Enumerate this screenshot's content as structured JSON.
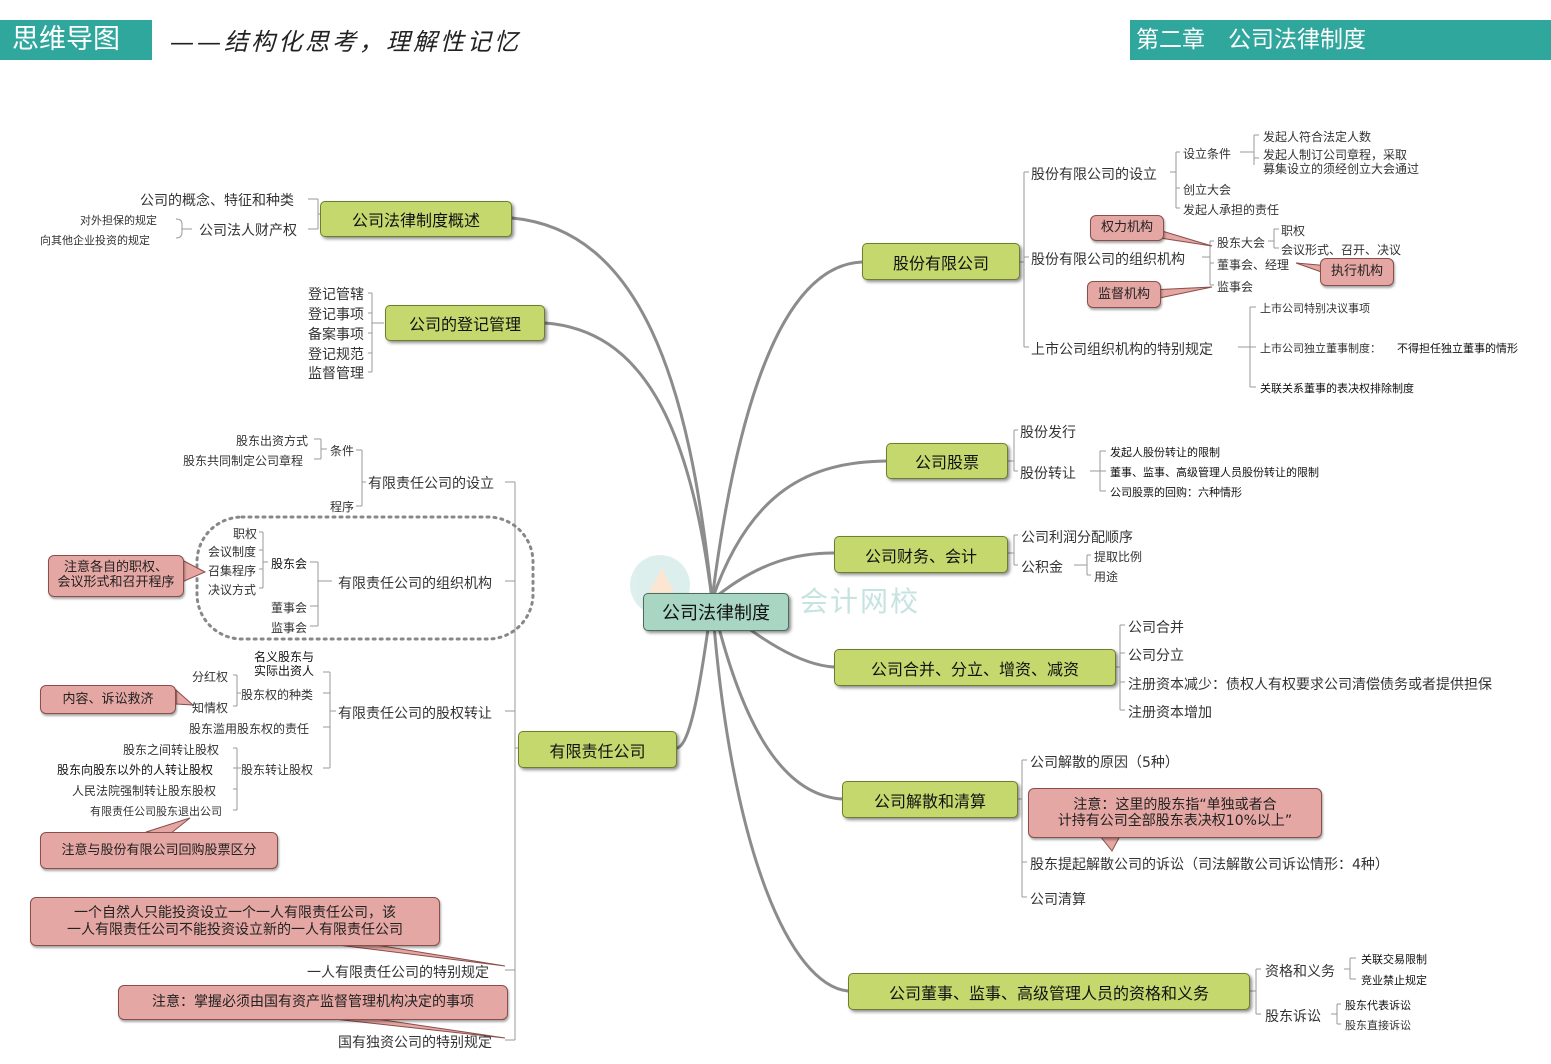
{
  "header": {
    "left_title": "思维导图",
    "slogan": "——结构化思考，理解性记忆",
    "chapter": "第二章　公司法律制度"
  },
  "watermark": "会计网校",
  "center": "公司法律制度",
  "left": {
    "overview": {
      "label": "公司法律制度概述",
      "items": [
        "公司的概念、特征和种类",
        "公司法人财产权"
      ],
      "sub": [
        "对外担保的规定",
        "向其他企业投资的规定"
      ]
    },
    "registration": {
      "label": "公司的登记管理",
      "items": [
        "登记管辖",
        "登记事项",
        "备案事项",
        "登记规范",
        "监督管理"
      ]
    },
    "llc": {
      "label": "有限责任公司",
      "setup": {
        "label": "有限责任公司的设立",
        "condition": "条件",
        "condition_items": [
          "股东出资方式",
          "股东共同制定公司章程"
        ],
        "procedure": "程序"
      },
      "org": {
        "label": "有限责任公司的组织机构",
        "shareholders_meeting": "股东会",
        "sm_items": [
          "职权",
          "会议制度",
          "召集程序",
          "决议方式"
        ],
        "board": "董事会",
        "supervisors": "监事会",
        "note": "注意各自的职权、\n会议形式和召开程序"
      },
      "transfer": {
        "label": "有限责任公司的股权转让",
        "types": "股东权的种类",
        "type_items": [
          "分红权",
          "知情权"
        ],
        "nominee": "名义股东与\n实际出资人",
        "abuse": "股东滥用股东权的责任",
        "transfer": "股东转让股权",
        "transfer_items": [
          "股东之间转让股权",
          "股东向股东以外的人转让股权",
          "人民法院强制转让股东股权",
          "有限责任公司股东退出公司"
        ],
        "note_rights": "内容、诉讼救济",
        "note_buyback": "注意与股份有限公司回购股票区分"
      },
      "one_person": {
        "label": "一人有限责任公司的特别规定",
        "note": "一个自然人只能投资设立一个一人有限责任公司，该\n一人有限责任公司不能投资设立新的一人有限责任公司"
      },
      "state_owned": {
        "label": "国有独资公司的特别规定",
        "note": "注意：掌握必须由国有资产监督管理机构决定的事项"
      }
    }
  },
  "right": {
    "jsc": {
      "label": "股份有限公司",
      "setup": {
        "label": "股份有限公司的设立",
        "conditions": "设立条件",
        "condition_items": [
          "发起人符合法定人数",
          "发起人制订公司章程，采取\n募集设立的须经创立大会通过"
        ],
        "founding_meeting": "创立大会",
        "liability": "发起人承担的责任"
      },
      "org": {
        "label": "股份有限公司的组织机构",
        "gm": "股东大会",
        "gm_items": [
          "职权",
          "会议形式、召开、决议"
        ],
        "board": "董事会、经理",
        "supervisors": "监事会",
        "note_power": "权力机构",
        "note_exec": "执行机构",
        "note_supervise": "监督机构"
      },
      "listed": {
        "label": "上市公司组织机构的特别规定",
        "items": [
          "上市公司特别决议事项",
          "上市公司独立董事制度：",
          "关联关系董事的表决权排除制度"
        ],
        "independent_extra": "不得担任独立董事的情形"
      }
    },
    "stock": {
      "label": "公司股票",
      "issue": "股份发行",
      "transfer": "股份转让",
      "transfer_items": [
        "发起人股份转让的限制",
        "董事、监事、高级管理人员股份转让的限制",
        "公司股票的回购：六种情形"
      ]
    },
    "finance": {
      "label": "公司财务、会计",
      "profit": "公司利润分配顺序",
      "reserve": "公积金",
      "reserve_items": [
        "提取比例",
        "用途"
      ]
    },
    "merger": {
      "label": "公司合并、分立、增资、减资",
      "items": [
        "公司合并",
        "公司分立",
        "注册资本减少：债权人有权要求公司清偿债务或者提供担保",
        "注册资本增加"
      ]
    },
    "dissolution": {
      "label": "公司解散和清算",
      "items": [
        "公司解散的原因（5种）",
        "股东提起解散公司的诉讼（司法解散公司诉讼情形：4种）",
        "公司清算"
      ],
      "note": "注意：这里的股东指“单独或者合\n计持有公司全部股东表决权10%以上”"
    },
    "officers": {
      "label": "公司董事、监事、高级管理人员的资格和义务",
      "qual": "资格和义务",
      "qual_items": [
        "关联交易限制",
        "竞业禁止规定"
      ],
      "suit": "股东诉讼",
      "suit_items": [
        "股东代表诉讼",
        "股东直接诉讼"
      ]
    }
  }
}
